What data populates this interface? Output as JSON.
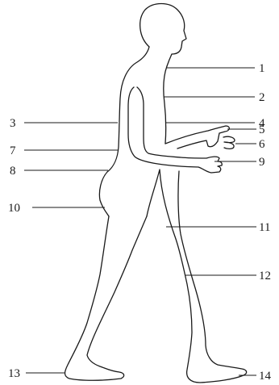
{
  "figure": {
    "subject": "walking human figure, side view",
    "line_color": "#1a1a1a",
    "background": "#ffffff",
    "labels": {
      "l1": "1",
      "l2": "2",
      "l3": "3",
      "l4": "4",
      "l5": "5",
      "l6": "6",
      "l7": "7",
      "l8": "8",
      "l9": "9",
      "l10": "10",
      "l11": "11",
      "l12": "12",
      "l13": "13",
      "l14": "14"
    }
  }
}
